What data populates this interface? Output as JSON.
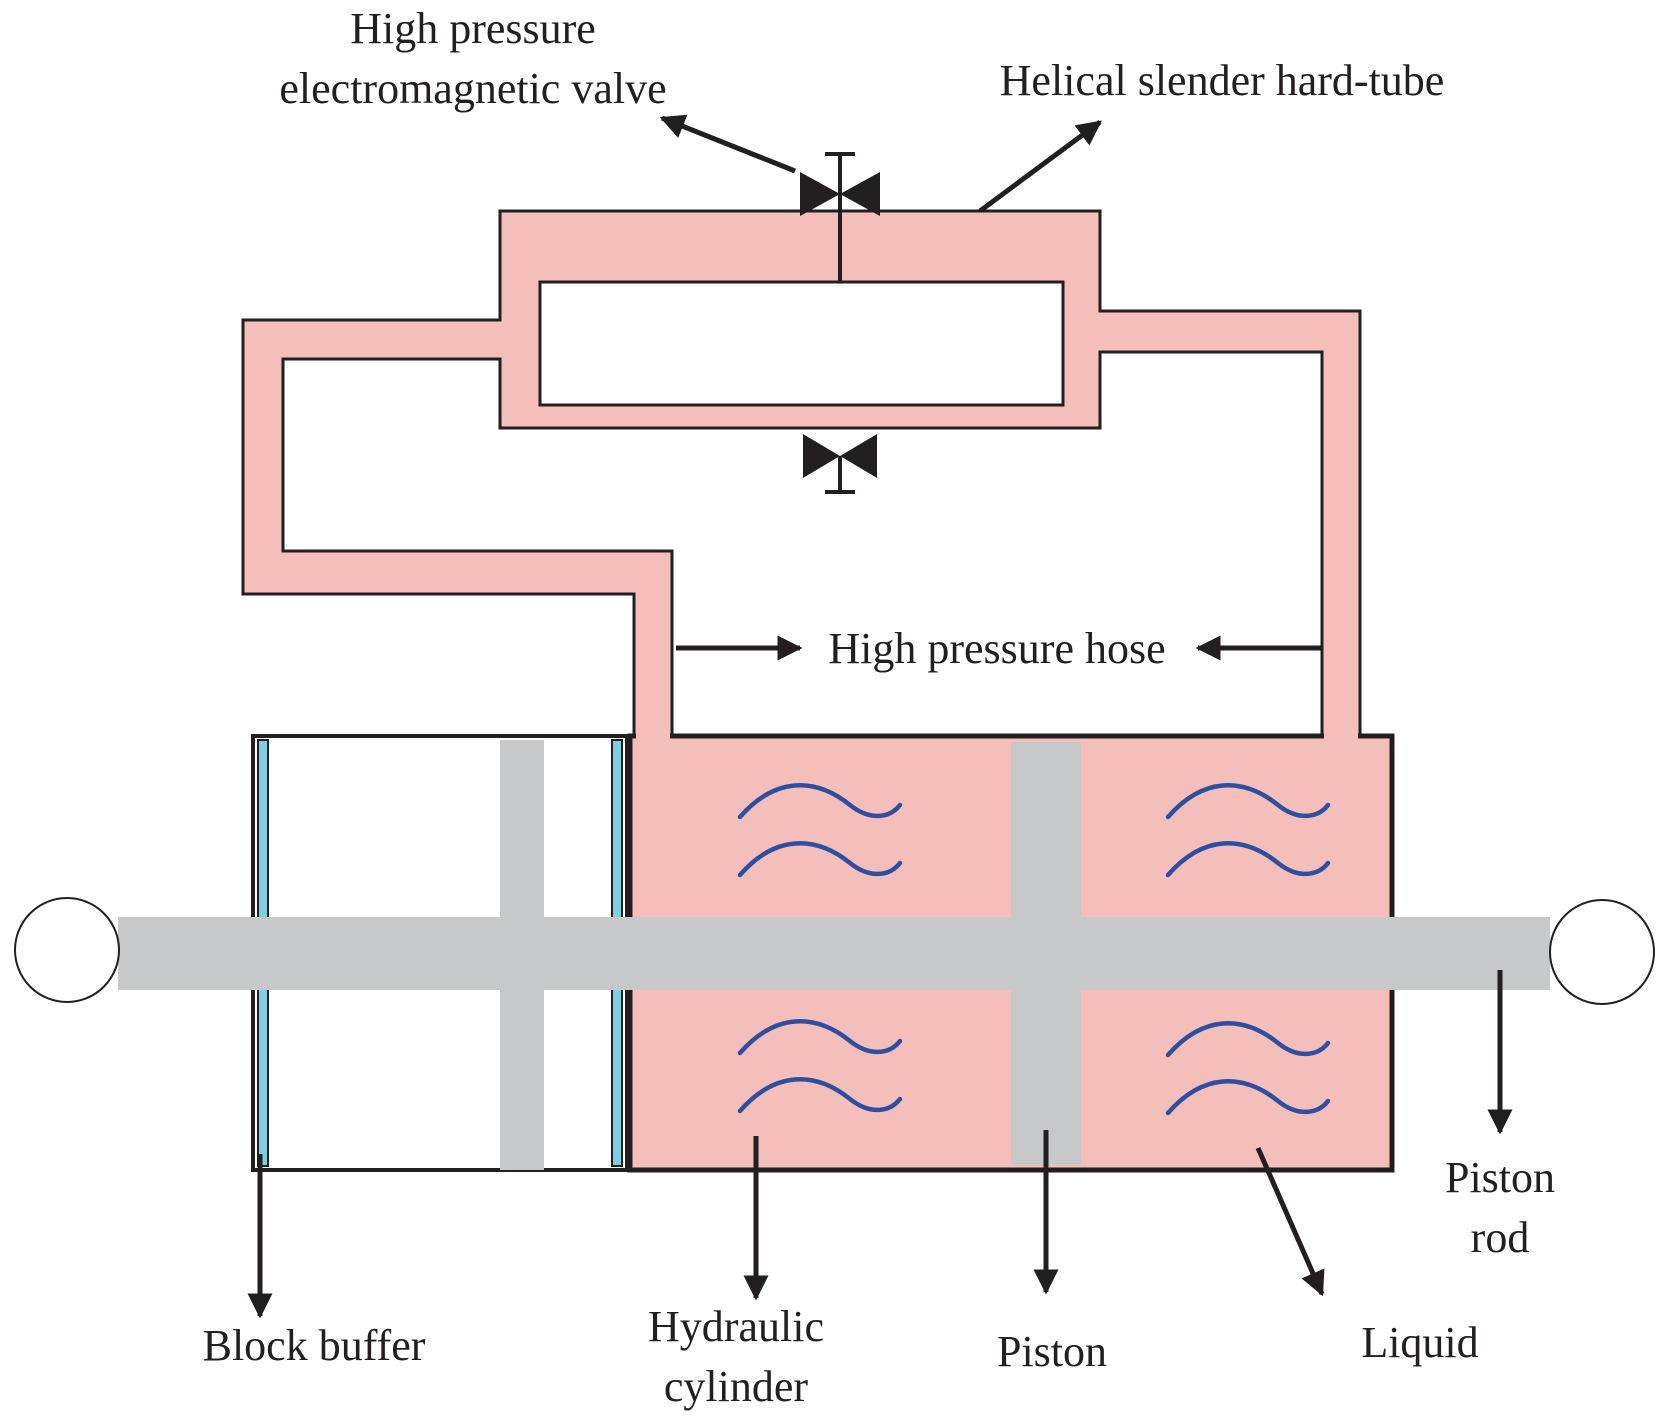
{
  "labels": {
    "valve_line1": "High pressure",
    "valve_line2": "electromagnetic valve",
    "tube": "Helical slender hard-tube",
    "hose": "High pressure hose",
    "rod_line1": "Piston",
    "rod_line2": "rod",
    "buffer": "Block buffer",
    "cylinder_line1": "Hydraulic",
    "cylinder_line2": "cylinder",
    "piston": "Piston",
    "liquid": "Liquid"
  },
  "colors": {
    "liquid_fill": "#f4bfba",
    "rod_fill": "#c7c8ca",
    "buffer_edge": "#7fcfe0",
    "wave": "#2e4f9f",
    "ink": "#231f20"
  }
}
